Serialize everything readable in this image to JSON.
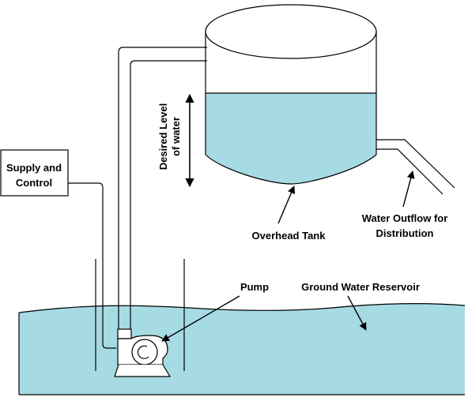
{
  "labels": {
    "supply_line1": "Supply and",
    "supply_line2": "Control",
    "desired_line1": "Desired Level",
    "desired_line2": "of water",
    "overhead_tank": "Overhead Tank",
    "outflow_line1": "Water Outflow for",
    "outflow_line2": "Distribution",
    "pump": "Pump",
    "reservoir": "Ground Water Reservoir"
  },
  "colors": {
    "water": "#a6dbe3",
    "stroke": "#000000",
    "background": "#ffffff"
  },
  "icons": {
    "pump": "pump-icon"
  }
}
